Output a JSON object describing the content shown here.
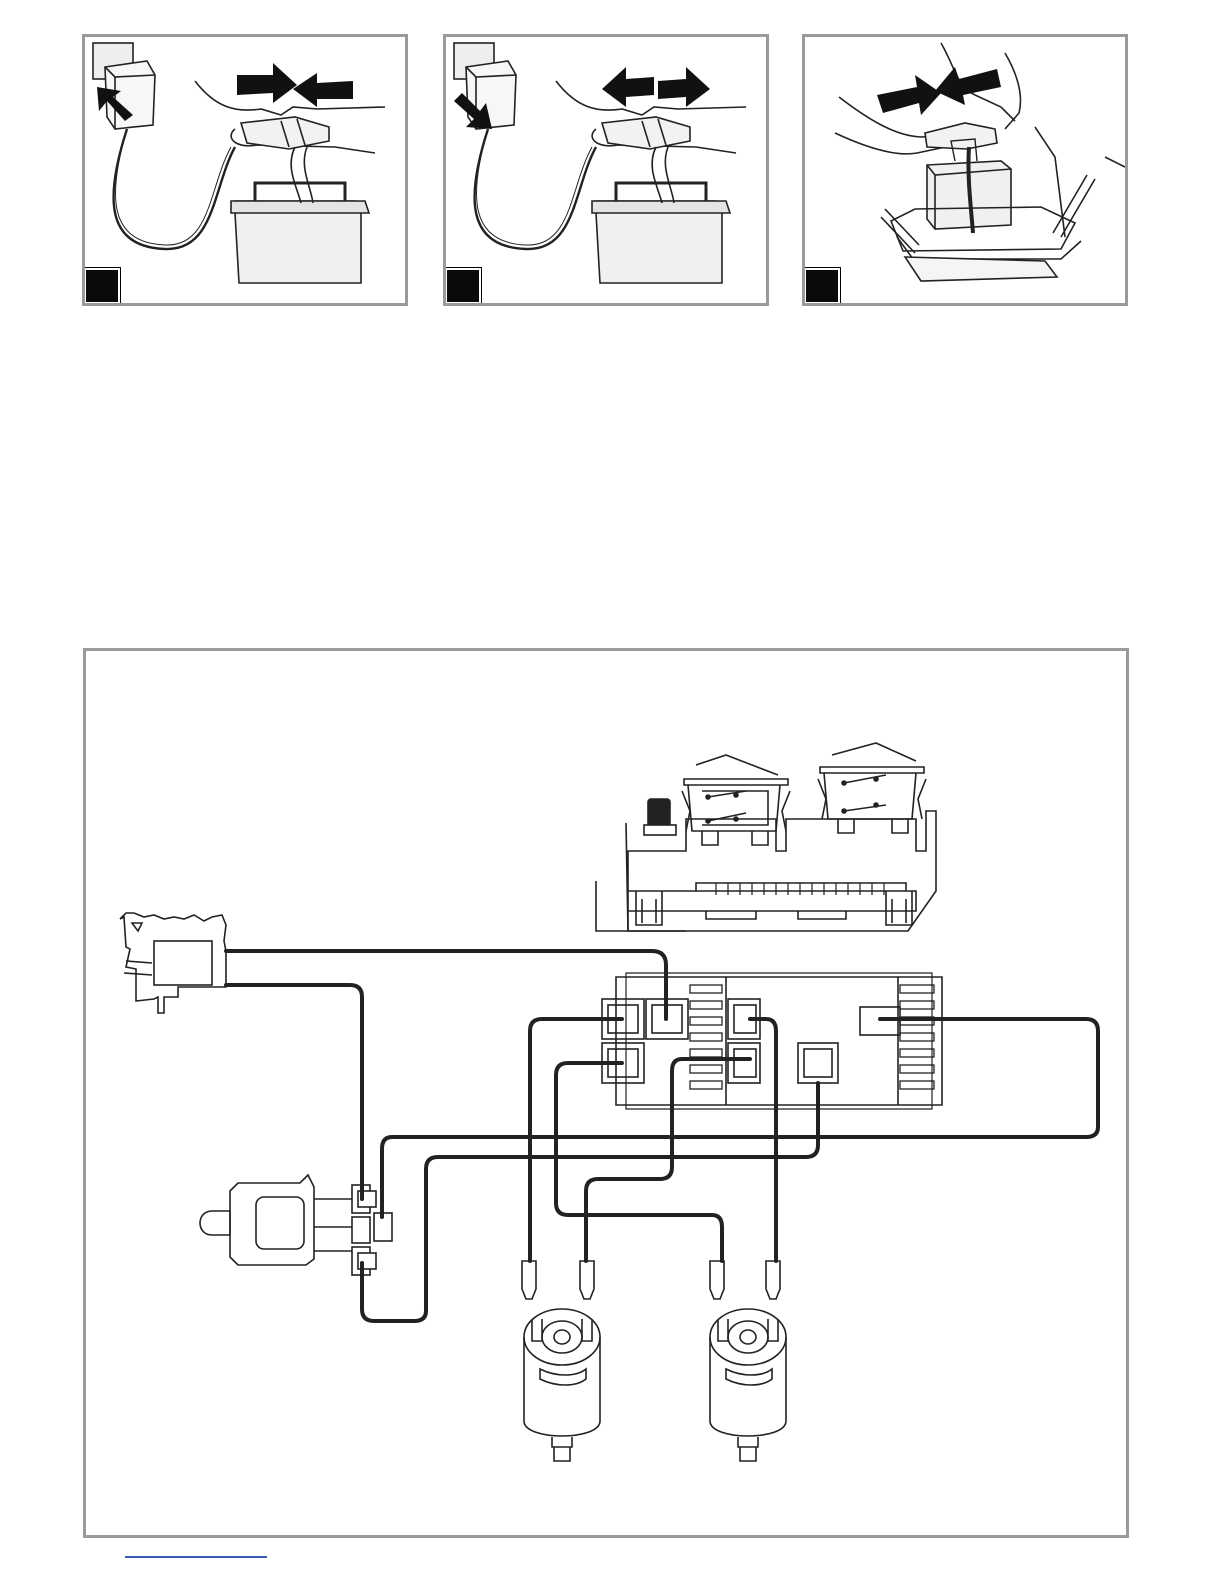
{
  "panels": [
    {
      "id": "connect-charger",
      "arrows": "inward",
      "marker": ""
    },
    {
      "id": "disconnect-charger",
      "arrows": "outward",
      "marker": ""
    },
    {
      "id": "reconnect-battery",
      "arrows": "inward",
      "marker": ""
    }
  ],
  "wiring": {
    "components": [
      "pedal-switch",
      "control-box",
      "shift-switch",
      "motor-left",
      "motor-right",
      "rocker-switch-panel"
    ],
    "wire_color": "#222222"
  },
  "colors": {
    "frame": "#9a9a9a",
    "ink": "#111111",
    "marker": "#0a0a0a",
    "rule": "#3b5bb5"
  }
}
